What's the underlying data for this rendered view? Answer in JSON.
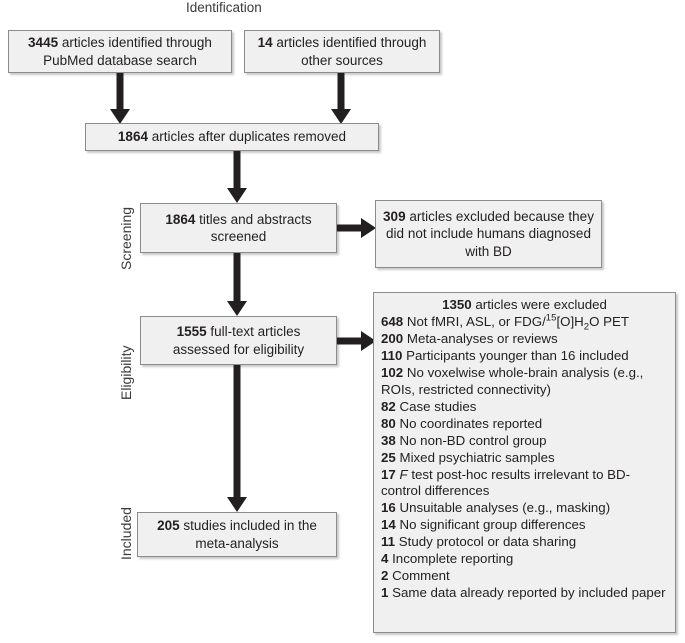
{
  "figure": {
    "type": "prisma-flow-diagram",
    "stage_labels": {
      "identification": "Identification",
      "screening": "Screening",
      "eligibility": "Eligibility",
      "included": "Included"
    },
    "boxes": {
      "pubmed": {
        "count": "3445",
        "text": " articles identified through PubMed database search"
      },
      "other_sources": {
        "count": "14",
        "text": " articles identified through other sources"
      },
      "duplicates_removed": {
        "count": "1864",
        "text": " articles after duplicates removed"
      },
      "screened": {
        "count": "1864",
        "text": " titles and abstracts screened"
      },
      "screen_excluded": {
        "count": "309",
        "text": " articles excluded because they did not include humans diagnosed with BD"
      },
      "fulltext": {
        "count": "1555",
        "text": " full-text articles assessed for eligibility"
      },
      "included": {
        "count": "205",
        "text": " studies included in the meta-analysis"
      }
    },
    "exclusions": {
      "header_count": "1350",
      "header_text": " articles were excluded",
      "items": [
        {
          "count": "648",
          "text": "Not fMRI, ASL, or FDG/15[O]H2O PET",
          "html": true
        },
        {
          "count": "200",
          "text": "Meta-analyses or reviews"
        },
        {
          "count": "110",
          "text": "Participants younger than 16 included"
        },
        {
          "count": "102",
          "text": "No voxelwise whole-brain analysis (e.g., ROIs, restricted connectivity)"
        },
        {
          "count": "82",
          "text": "Case studies"
        },
        {
          "count": "80",
          "text": "No coordinates reported"
        },
        {
          "count": "38",
          "text": "No non-BD control group"
        },
        {
          "count": "25",
          "text": "Mixed psychiatric samples"
        },
        {
          "count": "17",
          "text": "F test post-hoc results irrelevant to BD-control differences",
          "italic_lead": "F"
        },
        {
          "count": "16",
          "text": "Unsuitable analyses (e.g., masking)"
        },
        {
          "count": "14",
          "text": "No significant group differences"
        },
        {
          "count": "11",
          "text": "Study protocol or data sharing"
        },
        {
          "count": "4",
          "text": "Incomplete reporting"
        },
        {
          "count": "2",
          "text": "Comment"
        },
        {
          "count": "1",
          "text": "Same data already reported by included paper"
        }
      ]
    },
    "colors": {
      "box_fill": "#f0f0f0",
      "box_border": "#8c8c8c",
      "arrow": "#231f20",
      "text": "#231f20"
    }
  }
}
